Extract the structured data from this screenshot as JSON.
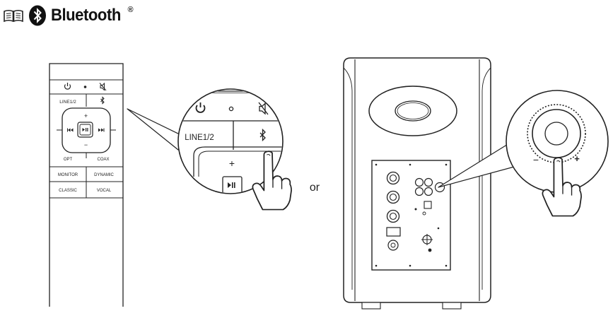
{
  "header": {
    "title": "Bluetooth",
    "registered_mark": "®",
    "manual_icon": "open-book-icon",
    "brand_icon": "bluetooth-rune-icon"
  },
  "remote": {
    "labels": {
      "line": "LINE1/2",
      "plus": "+",
      "minus": "−",
      "opt": "OPT",
      "coax": "COAX",
      "monitor": "MONITOR",
      "dynamic": "DYNAMIC",
      "classic": "CLASSIC",
      "vocal": "VOCAL"
    },
    "icons": [
      "power-icon",
      "dot-icon",
      "mute-icon",
      "bluetooth-icon",
      "previous-icon",
      "play-pause-icon",
      "next-icon"
    ]
  },
  "remote_zoom": {
    "labels": {
      "line": "LINE1/2",
      "plus": "+"
    },
    "icons": [
      "power-icon",
      "dot-icon",
      "mute-icon",
      "bluetooth-icon",
      "play-pause-icon",
      "pointing-hand-icon"
    ]
  },
  "connector": {
    "or": "or"
  },
  "knob_zoom": {
    "labels": {
      "minus": "−",
      "plus": "+"
    },
    "icons": [
      "volume-knob-icon",
      "pointing-hand-icon"
    ]
  }
}
